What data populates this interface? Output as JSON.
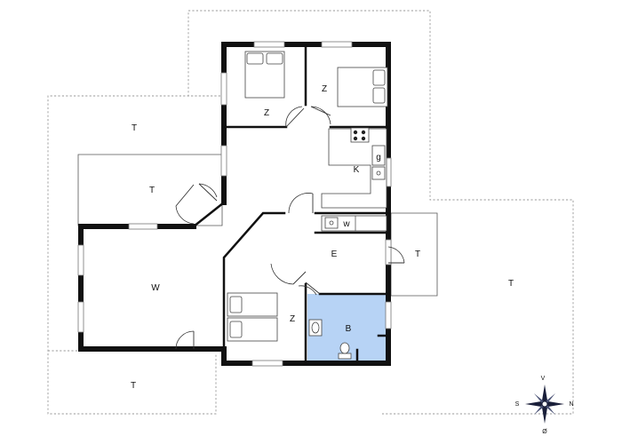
{
  "floorplan": {
    "rooms": {
      "terrace_top_left": "T",
      "terrace_left": "T",
      "bedroom_top_left": "Z",
      "bedroom_top_right": "Z",
      "kitchen": "K",
      "kitchen_g": "g",
      "utility": "w",
      "living": "W",
      "entrance": "E",
      "bedroom_lower": "Z",
      "bathroom": "B",
      "terrace_right_small": "T",
      "terrace_right": "T",
      "terrace_bottom_left": "T"
    },
    "highlight_color": "#b7d3f5"
  },
  "compass": {
    "north": "N",
    "south": "S",
    "east": "Ø",
    "west": "V"
  }
}
